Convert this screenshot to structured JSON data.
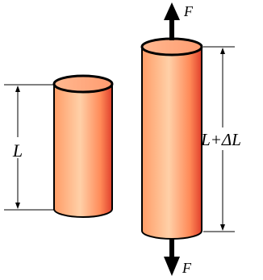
{
  "labels": {
    "force_top": "F",
    "force_bottom": "F",
    "original_length": "L",
    "stretched_length": "L+ΔL"
  },
  "colors": {
    "cylinder_light": "#ffd0a8",
    "cylinder_mid": "#ff9c66",
    "cylinder_dark": "#e0402c",
    "top_face": "#ffb890",
    "outline": "#000000"
  }
}
